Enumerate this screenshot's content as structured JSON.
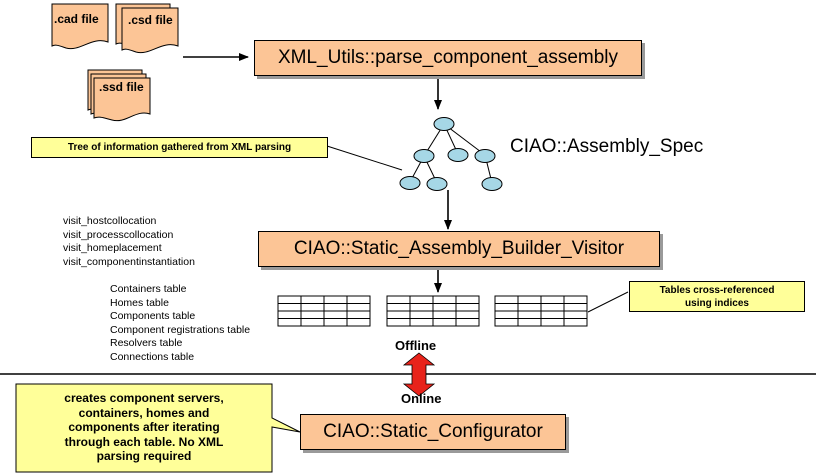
{
  "files": {
    "cad": ".cad file",
    "csd": ".csd file",
    "ssd": ".ssd file"
  },
  "boxes": {
    "parse": "XML_Utils::parse_component_assembly",
    "builder": "CIAO::Static_Assembly_Builder_Visitor",
    "configurator": "CIAO::Static_Configurator"
  },
  "assembly_spec_label": "CIAO::Assembly_Spec",
  "tree_note": "Tree of information gathered from XML parsing",
  "visit_items": [
    "visit_hostcollocation",
    "visit_processcollocation",
    "visit_homeplacement",
    "visit_componentinstantiation"
  ],
  "tables": [
    "Containers table",
    "Homes table",
    "Components table",
    "Component registrations table",
    "Resolvers table",
    "Connections table"
  ],
  "tables_note": [
    "Tables cross-referenced",
    "using indices"
  ],
  "offline_label": "Offline",
  "online_label": "Online",
  "configurator_note": [
    "creates component servers,",
    "containers, homes and",
    "components after iterating",
    "through each table. No XML",
    "parsing required"
  ],
  "colors": {
    "box_fill": "#fcc596",
    "node_fill": "#a6d7e6",
    "note_fill": "#ffff99",
    "arrow_fill": "#e8231b"
  }
}
